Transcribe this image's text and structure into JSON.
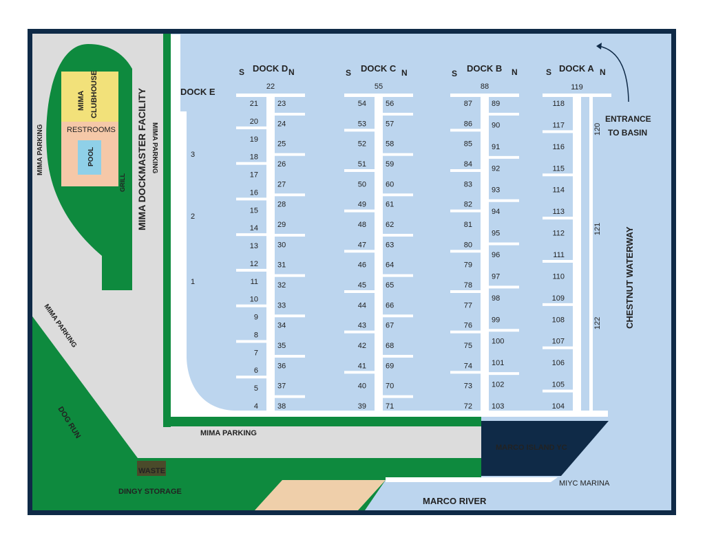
{
  "colors": {
    "frame": "#0f2a47",
    "water": "#bcd5ee",
    "land": "#dcdcdc",
    "grass": "#0e8a3e",
    "dock": "#ffffff",
    "clubhouse": "#f2e17a",
    "restrooms": "#f5c8a8",
    "pool": "#8fd0e8",
    "yacht_club": "#0f2a47",
    "waste": "#4a4a2a",
    "sand": "#efcfaa",
    "dockmaster_label": "#d9222a",
    "waterway_label": "#1f5fa8",
    "compass_label": "#1f5fa8"
  },
  "labels": {
    "dock_d": "DOCK D",
    "dock_c": "DOCK C",
    "dock_b": "DOCK B",
    "dock_a": "DOCK A",
    "dock_e": "DOCK E",
    "south": "S",
    "north": "N",
    "entrance_1": "ENTRANCE",
    "entrance_2": "TO BASIN",
    "chestnut": "CHESTNUT WATERWAY",
    "dockmaster": "MIMA DOCKMASTER FACILITY",
    "mima_parking": "MIMA PARKING",
    "clubhouse_1": "MIMA",
    "clubhouse_2": "CLUBHOUSE",
    "restrooms": "RESTROOMS",
    "pool": "POOL",
    "grill": "GRILL",
    "dog_run": "DOG RUN",
    "waste": "WASTE",
    "dingy": "DINGY  STORAGE",
    "marco_yc": "MARCO ISLAND YC",
    "miyc_marina": "MIYC MARINA",
    "marco_river": "MARCO RIVER"
  },
  "dock_e_slips": [
    "3",
    "2",
    "1"
  ],
  "dock_d": {
    "top": "22",
    "left": [
      "21",
      "20",
      "19",
      "18",
      "17",
      "16",
      "15",
      "14",
      "13",
      "12",
      "11",
      "10",
      "9",
      "8",
      "7",
      "6",
      "5",
      "4"
    ],
    "right": [
      "23",
      "24",
      "25",
      "26",
      "27",
      "28",
      "29",
      "30",
      "31",
      "32",
      "33",
      "34",
      "35",
      "36",
      "37",
      "38"
    ]
  },
  "dock_c": {
    "top": "55",
    "left": [
      "54",
      "53",
      "52",
      "51",
      "50",
      "49",
      "48",
      "47",
      "46",
      "45",
      "44",
      "43",
      "42",
      "41",
      "40",
      "39"
    ],
    "right": [
      "56",
      "57",
      "58",
      "59",
      "60",
      "61",
      "62",
      "63",
      "64",
      "65",
      "66",
      "67",
      "68",
      "69",
      "70",
      "71"
    ]
  },
  "dock_b": {
    "top": "88",
    "left": [
      "87",
      "86",
      "85",
      "84",
      "83",
      "82",
      "81",
      "80",
      "79",
      "78",
      "77",
      "76",
      "75",
      "74",
      "73",
      "72"
    ],
    "right": [
      "89",
      "90",
      "91",
      "92",
      "93",
      "94",
      "95",
      "96",
      "97",
      "98",
      "99",
      "100",
      "101",
      "102",
      "103"
    ]
  },
  "dock_a": {
    "top": "119",
    "left": [
      "118",
      "117",
      "116",
      "115",
      "114",
      "113",
      "112",
      "111",
      "110",
      "109",
      "108",
      "107",
      "106",
      "105",
      "104"
    ],
    "side": [
      "120",
      "121",
      "122"
    ]
  }
}
